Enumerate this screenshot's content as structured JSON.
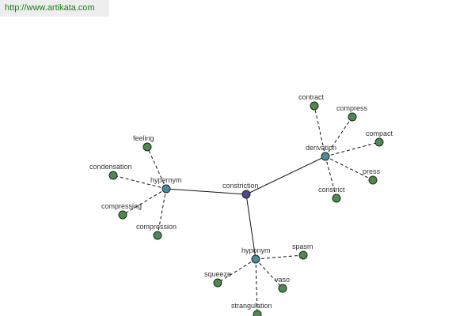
{
  "watermark": {
    "url": "http://www.artikata.com"
  },
  "colors": {
    "center": "#4a4a8c",
    "hub": "#4a8c99",
    "leaf": "#4d8a4d",
    "edge": "#111111"
  },
  "graph": {
    "center": "constriction",
    "hubs": [
      "hypernym",
      "derivation",
      "hyponym"
    ],
    "leaves": {
      "hypernym": [
        "feeling",
        "condensation",
        "compressing",
        "compression"
      ],
      "derivation": [
        "contract",
        "compress",
        "compact",
        "press",
        "constrict"
      ],
      "hyponym": [
        "spasm",
        "squeeze",
        "vaso",
        "strangulation"
      ]
    }
  }
}
